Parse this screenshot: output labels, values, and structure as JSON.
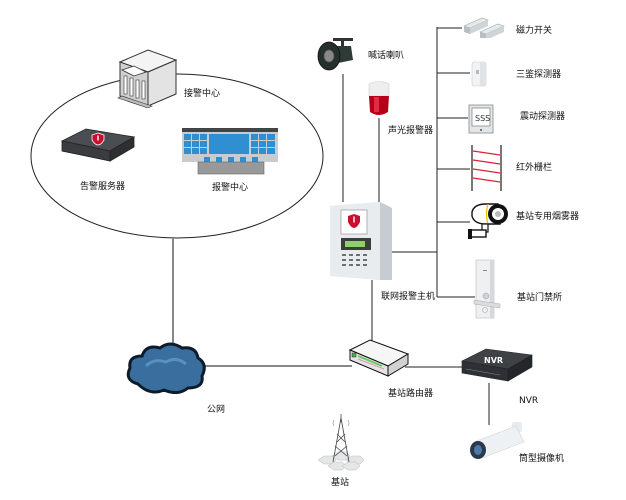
{
  "diagram": {
    "center_group": {
      "label_top": "接警中心",
      "server_label": "告警服务器",
      "wall_label": "报警中心"
    },
    "nodes": {
      "loudspeaker": "喊话喇叭",
      "strobe_siren": "声光报警器",
      "alarm_host": "联网报警主机",
      "public_net": "公网",
      "router": "基站路由器",
      "nvr": "NVR",
      "nvr_screen_text": "NVR",
      "bullet_camera": "筒型摄像机",
      "base_station": "基站"
    },
    "sensors": [
      {
        "label": "磁力开关",
        "icon": "magnetic-switch"
      },
      {
        "label": "三鉴探测器",
        "icon": "triple-tech-detector"
      },
      {
        "label": "震动探测器",
        "icon": "vibration-detector"
      },
      {
        "label": "红外栅栏",
        "icon": "infrared-fence"
      },
      {
        "label": "基站专用烟雾器",
        "icon": "smoke-device"
      },
      {
        "label": "基站门禁所",
        "icon": "door-access"
      }
    ],
    "colors": {
      "line": "#222222",
      "gray_line": "#888888",
      "cloud": "#3a6e9e",
      "alarm_red": "#c8102e",
      "ir_beam": "#e0203a",
      "wall_blue": "#2f8fd0"
    }
  }
}
